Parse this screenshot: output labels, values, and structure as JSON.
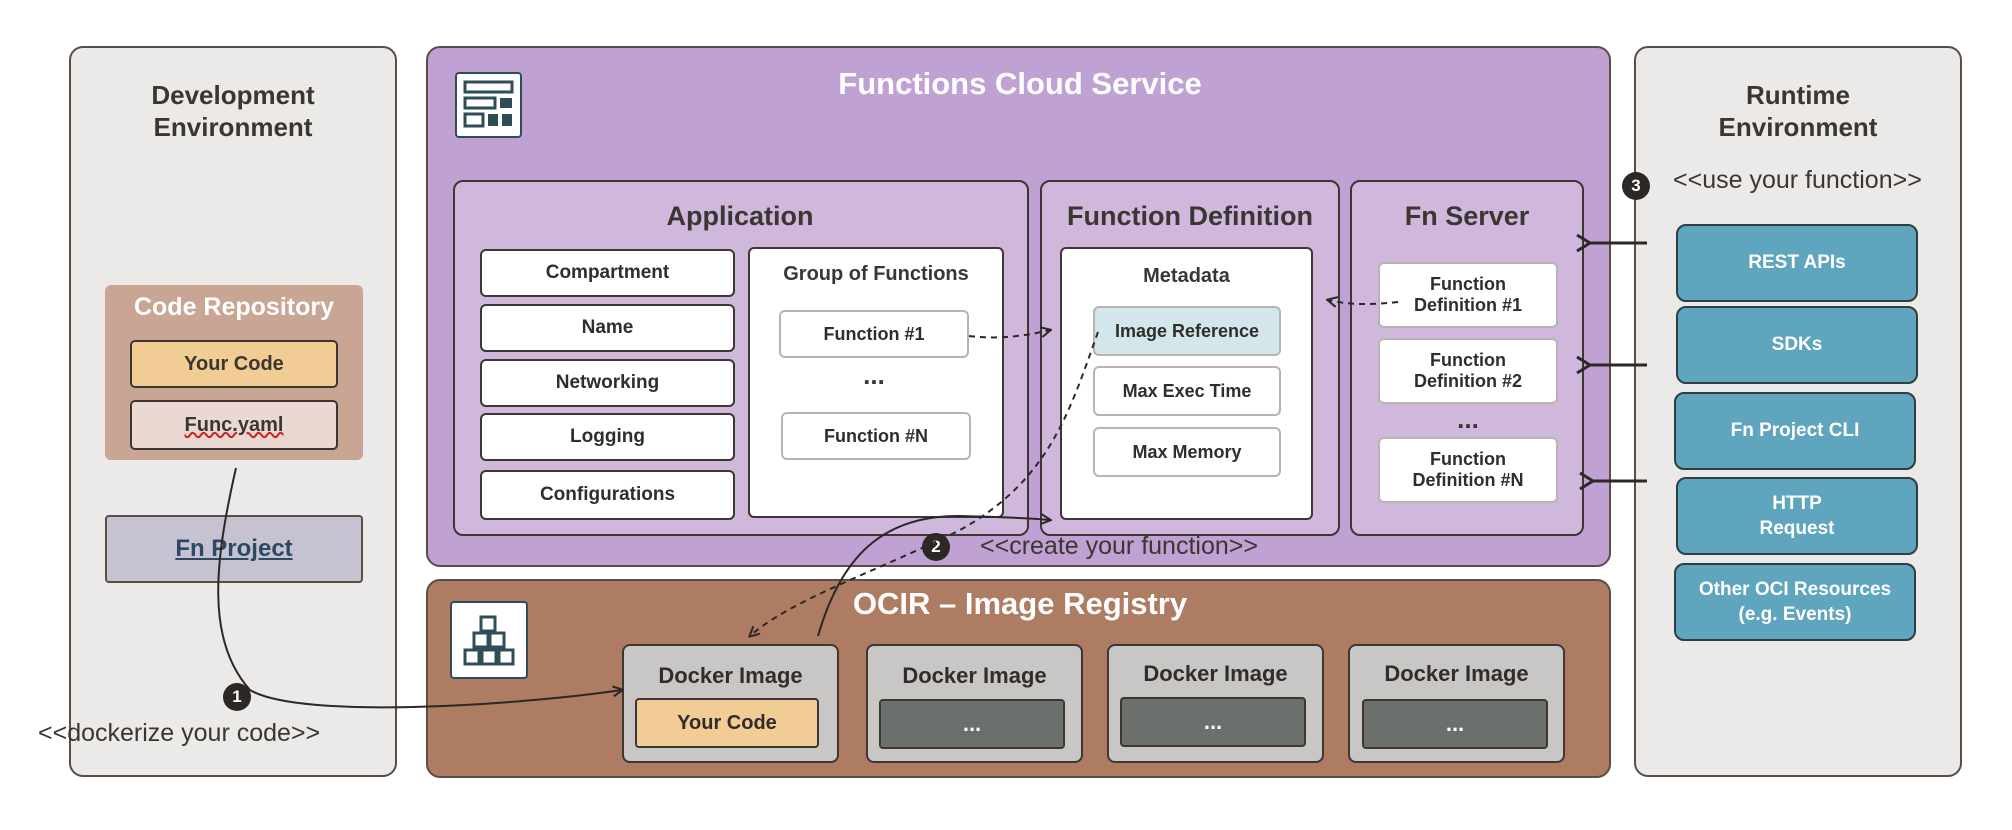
{
  "dev_env": {
    "title": "Development Environment",
    "code_repo": {
      "title": "Code Repository",
      "your_code": "Your Code",
      "func_yaml": "Func.yaml"
    },
    "fn_project": "Fn Project",
    "dockerize_label": "<<dockerize your code>>",
    "step": "1"
  },
  "functions_service": {
    "title": "Functions Cloud Service",
    "application": {
      "title": "Application",
      "items": [
        "Compartment",
        "Name",
        "Networking",
        "Logging",
        "Configurations"
      ],
      "group_title": "Group of Functions",
      "function_first": "Function #1",
      "ellipsis": "...",
      "function_last": "Function #N"
    },
    "function_definition": {
      "title": "Function Definition",
      "metadata_title": "Metadata",
      "metadata_items": [
        "Image Reference",
        "Max Exec Time",
        "Max Memory"
      ]
    },
    "fn_server": {
      "title": "Fn Server",
      "definitions": [
        "Function Definition #1",
        "Function Definition #2",
        "Function Definition #N"
      ],
      "ellipsis": "..."
    },
    "create_label": "<<create your function>>",
    "step": "2"
  },
  "ocir": {
    "title": "OCIR – Image Registry",
    "images": [
      {
        "label": "Docker Image",
        "content": "Your Code"
      },
      {
        "label": "Docker Image",
        "content": "..."
      },
      {
        "label": "Docker Image",
        "content": "..."
      },
      {
        "label": "Docker Image",
        "content": "..."
      }
    ]
  },
  "runtime_env": {
    "title": "Runtime Environment",
    "use_label": "<<use your function>>",
    "step": "3",
    "clients": [
      "REST APIs",
      "SDKs",
      "Fn Project CLI",
      "HTTP Request",
      "Other OCI Resources (e.g. Events)"
    ]
  },
  "colors": {
    "functions_purple": "#bfa1d4",
    "application_purple": "#cfb8dc",
    "ocir_brown": "#ad7c63",
    "code_repo_tan": "#c9a594",
    "client_blue": "#5ea5bd",
    "image_ref_blue": "#d3e6ec",
    "yellow": "#f2cc95",
    "panel_gray": "#eceae8"
  }
}
